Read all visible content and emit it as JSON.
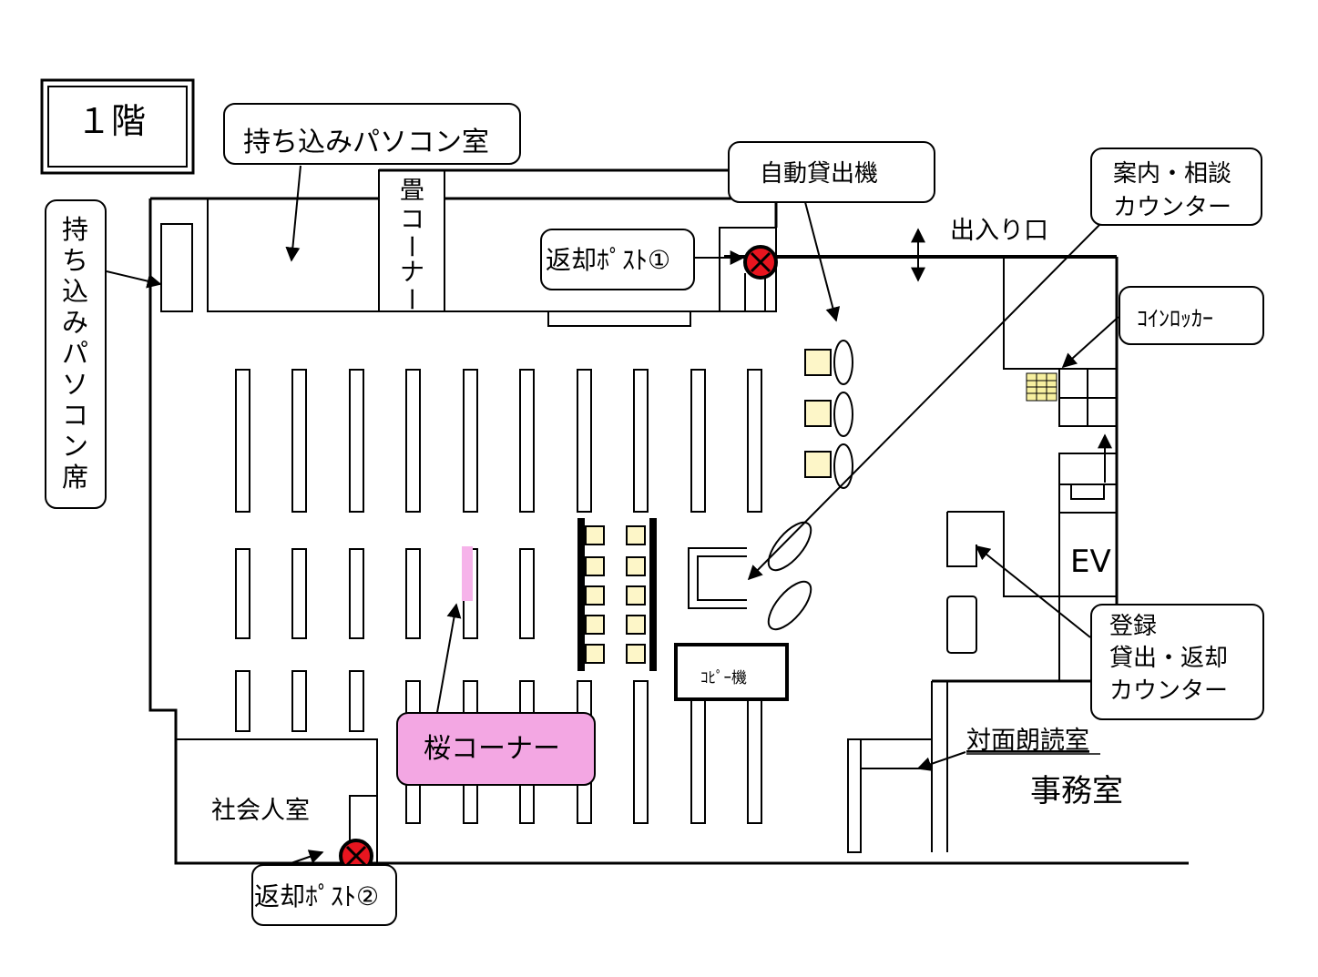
{
  "floor_label": "１階",
  "labels": {
    "pc_room": "持ち込みパソコン室",
    "pc_seats_vertical": [
      "持",
      "ち",
      "込",
      "み",
      "パ",
      "ソ",
      "コ",
      "ン",
      "席"
    ],
    "tatami_vertical": [
      "畳",
      "コ",
      "ー",
      "ナ",
      "ー"
    ],
    "auto_lending": "自動貸出機",
    "return_post_1": "返却ﾎﾟｽﾄ①",
    "entrance": "出入り口",
    "info_counter_line1": "案内・相談",
    "info_counter_line2": "カウンター",
    "coin_locker": "ｺｲﾝﾛｯｶｰ",
    "elevator": "EV",
    "reg_counter_line1": "登録",
    "reg_counter_line2": "貸出・返却",
    "reg_counter_line3": "カウンター",
    "copier": "ｺﾋﾟｰ機",
    "sakura_corner": "桜コーナー",
    "reading_room": "対面朗読室",
    "office": "事務室",
    "social_room": "社会人室",
    "return_post_2": "返却ﾎﾟｽﾄ②"
  },
  "colors": {
    "line": "#000000",
    "sakura_fill": "#f3a7e3",
    "sakura_shelf": "#f6b3ea",
    "return_post_red": "#e8151f",
    "locker_yellow": "#f7f0a0",
    "chair_yellow": "#fdf6c8"
  }
}
